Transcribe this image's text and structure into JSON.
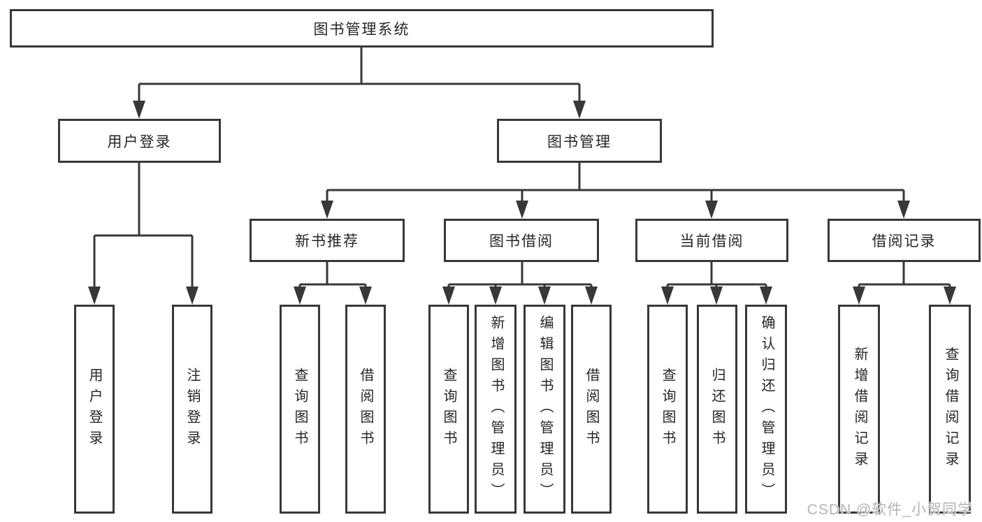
{
  "colors": {
    "line": "#383838",
    "text": "#262626",
    "background": "#ffffff",
    "watermark": "#b4b4b4"
  },
  "watermark": "CSDN @软件_小贺同学",
  "tree": {
    "label": "图书管理系统",
    "children": [
      {
        "label": "用户登录",
        "children": [
          {
            "label": "用户登录"
          },
          {
            "label": "注销登录"
          }
        ]
      },
      {
        "label": "图书管理",
        "children": [
          {
            "label": "新书推荐",
            "children": [
              {
                "label": "查询图书"
              },
              {
                "label": "借阅图书"
              }
            ]
          },
          {
            "label": "图书借阅",
            "children": [
              {
                "label": "查询图书"
              },
              {
                "label": "新增图书（管理员）"
              },
              {
                "label": "编辑图书（管理员）"
              },
              {
                "label": "借阅图书"
              }
            ]
          },
          {
            "label": "当前借阅",
            "children": [
              {
                "label": "查询图书"
              },
              {
                "label": "归还图书"
              },
              {
                "label": "确认归还（管理员）"
              }
            ]
          },
          {
            "label": "借阅记录",
            "children": [
              {
                "label": "新增借阅记录"
              },
              {
                "label": "查询借阅记录"
              }
            ]
          }
        ]
      }
    ]
  }
}
